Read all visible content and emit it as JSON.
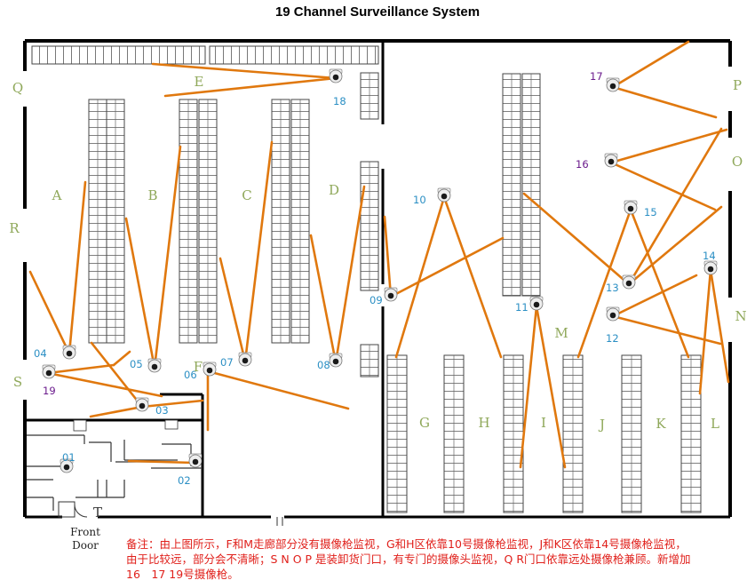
{
  "title": "19 Channel Surveillance System",
  "front_door": "Front Door",
  "note": "备注：由上图所示，F和M走廊部分没有摄像枪监视，G和H区依靠10号摄像枪监视，J和K区依靠14号摄像枪监视，由于比较远，部分会不清晰；S N O P 是装卸货门口，有专门的摄像头监视，Q R门口依靠远处摄像枪兼顾。新增加16　17 19号摄像枪。",
  "colors": {
    "coverage_line": "#e0780e",
    "camera_label": "#2b8fc4",
    "new_camera_label": "#6a1a8c",
    "zone_label": "#8fa85a",
    "wall": "#000000",
    "note": "#e0201b"
  },
  "zones": [
    "A",
    "B",
    "C",
    "D",
    "E",
    "F",
    "G",
    "H",
    "I",
    "J",
    "K",
    "L",
    "M",
    "N",
    "O",
    "P",
    "Q",
    "R",
    "S",
    "T"
  ],
  "cameras": [
    "01",
    "02",
    "03",
    "04",
    "05",
    "06",
    "07",
    "08",
    "09",
    "10",
    "11",
    "12",
    "13",
    "14",
    "15",
    "16",
    "17",
    "18",
    "19"
  ]
}
